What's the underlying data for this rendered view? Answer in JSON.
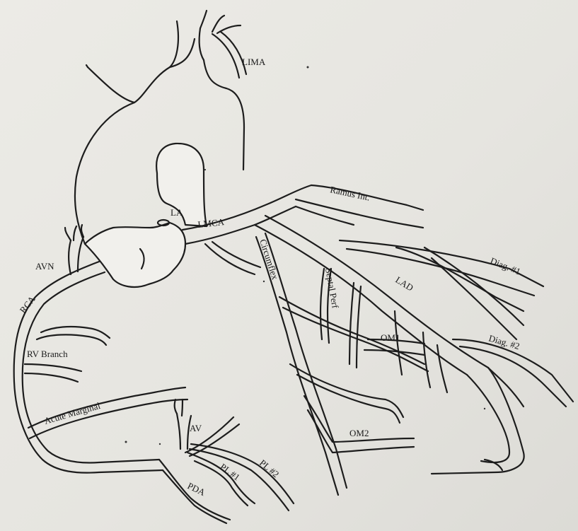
{
  "labels": {
    "lima": "LIMA",
    "ramus": "Ramus Int.",
    "la": "LA",
    "lmca": "LMCA",
    "circumflex": "Circumflex",
    "septal": "Septal Perf",
    "lad": "LAD",
    "diag1": "Diag. #1",
    "diag2": "Diag. #2",
    "om1": "OM1",
    "om2": "OM2",
    "avn": "AVN",
    "rca": "RCA",
    "rv_branch": "RV Branch",
    "acute_marginal": "Acute Marginal",
    "av": "AV",
    "pda": "PDA",
    "pl1": "PL #1",
    "pl2": "PL #2"
  }
}
